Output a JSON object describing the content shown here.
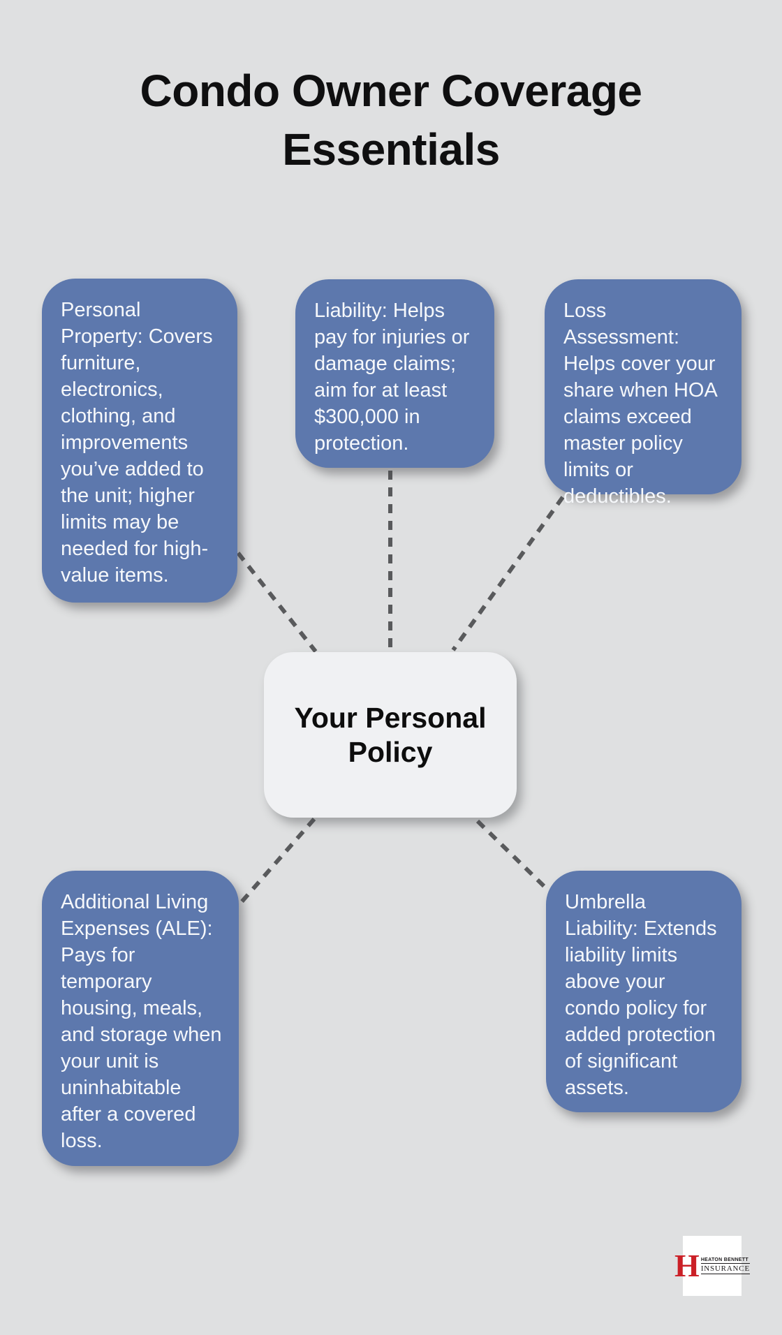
{
  "title": {
    "line1": "Condo Owner Coverage",
    "line2": "Essentials"
  },
  "center_node": {
    "label": "Your Personal Policy"
  },
  "nodes": [
    {
      "id": "personal-property",
      "text": "Personal Property: Covers furniture, electronics, clothing, and improvements you’ve added to the unit; higher limits may be needed for high-value items."
    },
    {
      "id": "liability",
      "text": "Liability: Helps pay for injuries or damage claims; aim for at least $300,000 in protection."
    },
    {
      "id": "loss-assessment",
      "text": "Loss Assessment: Helps cover your share when HOA claims exceed master policy limits or deductibles."
    },
    {
      "id": "additional-living-expenses",
      "text": "Additional Living Expenses (ALE): Pays for temporary housing, meals, and storage when your unit is uninhabitable after a covered loss."
    },
    {
      "id": "umbrella-liability",
      "text": "Umbrella Liability: Extends liability limits above your condo policy for added protection of significant assets."
    }
  ],
  "logo": {
    "monogram": "H",
    "name": "HEATON BENNETT",
    "subname": "INSURANCE"
  },
  "colors": {
    "background": "#dfe0e1",
    "node_fill": "#5d78ad",
    "node_text": "#f6f8fb",
    "center_fill": "#f0f1f3",
    "title_text": "#0f0f10",
    "connector": "#595a5c",
    "logo_red": "#cb2027"
  }
}
